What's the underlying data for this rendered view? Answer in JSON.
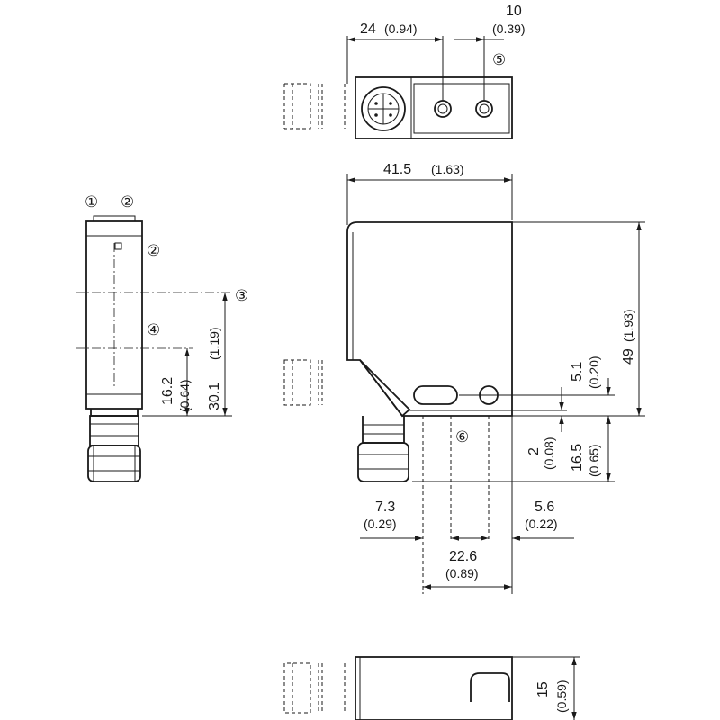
{
  "dimensions": {
    "top_width": {
      "value": "24",
      "inch": "(0.94)"
    },
    "top_offset": {
      "value": "10",
      "inch": "(0.39)"
    },
    "body_width": {
      "value": "41.5",
      "inch": "(1.63)"
    },
    "body_height": {
      "value": "49",
      "inch": "(1.93)"
    },
    "hole_offset": {
      "value": "5.1",
      "inch": "(0.20)"
    },
    "bottom_step": {
      "value": "2",
      "inch": "(0.08)"
    },
    "connector_len": {
      "value": "16.5",
      "inch": "(0.65)"
    },
    "optic_axis": {
      "value": "16.2",
      "inch": "(0.64)"
    },
    "side_height": {
      "value": "30.1",
      "inch": "(1.19)"
    },
    "left_hole": {
      "value": "7.3",
      "inch": "(0.29)"
    },
    "right_hole": {
      "value": "5.6",
      "inch": "(0.22)"
    },
    "hole_spacing": {
      "value": "22.6",
      "inch": "(0.89)"
    },
    "depth": {
      "value": "15",
      "inch": "(0.59)"
    }
  },
  "markers": {
    "m1": "①",
    "m2": "②",
    "m3": "③",
    "m4": "④",
    "m5": "⑤",
    "m6": "⑥"
  }
}
